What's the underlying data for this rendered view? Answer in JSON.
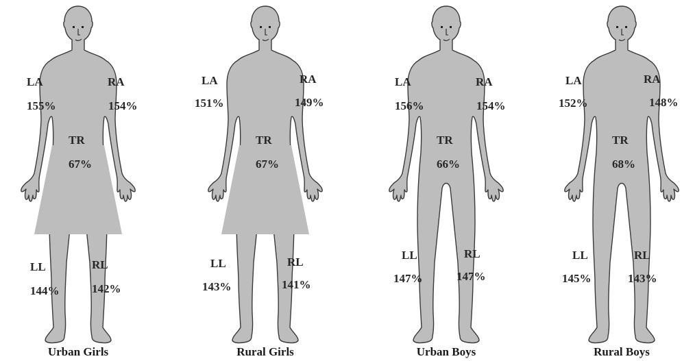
{
  "figures": [
    {
      "caption": "Urban Girls",
      "skirt": true,
      "labels": {
        "la": "LA",
        "la_pct": "155%",
        "ra": "RA",
        "ra_pct": "154%",
        "tr": "TR",
        "tr_pct": "67%",
        "ll": "LL",
        "ll_pct": "144%",
        "rl": "RL",
        "rl_pct": "142%"
      }
    },
    {
      "caption": "Rural Girls",
      "skirt": true,
      "labels": {
        "la": "LA",
        "la_pct": "151%",
        "ra": "RA",
        "ra_pct": "149%",
        "tr": "TR",
        "tr_pct": "67%",
        "ll": "LL",
        "ll_pct": "143%",
        "rl": "RL",
        "rl_pct": "141%"
      }
    },
    {
      "caption": "Urban Boys",
      "skirt": false,
      "labels": {
        "la": "LA",
        "la_pct": "156%",
        "ra": "RA",
        "ra_pct": "154%",
        "tr": "TR",
        "tr_pct": "66%",
        "ll": "LL",
        "ll_pct": "147%",
        "rl": "RL",
        "rl_pct": "147%"
      }
    },
    {
      "caption": "Rural Boys",
      "skirt": false,
      "labels": {
        "la": "LA",
        "la_pct": "152%",
        "ra": "RA",
        "ra_pct": "148%",
        "tr": "TR",
        "tr_pct": "68%",
        "ll": "LL",
        "ll_pct": "145%",
        "rl": "RL",
        "rl_pct": "143%"
      }
    }
  ],
  "colors": {
    "body": "#bdbdbe",
    "outline": "#3a3a3a",
    "text": "#262626"
  }
}
